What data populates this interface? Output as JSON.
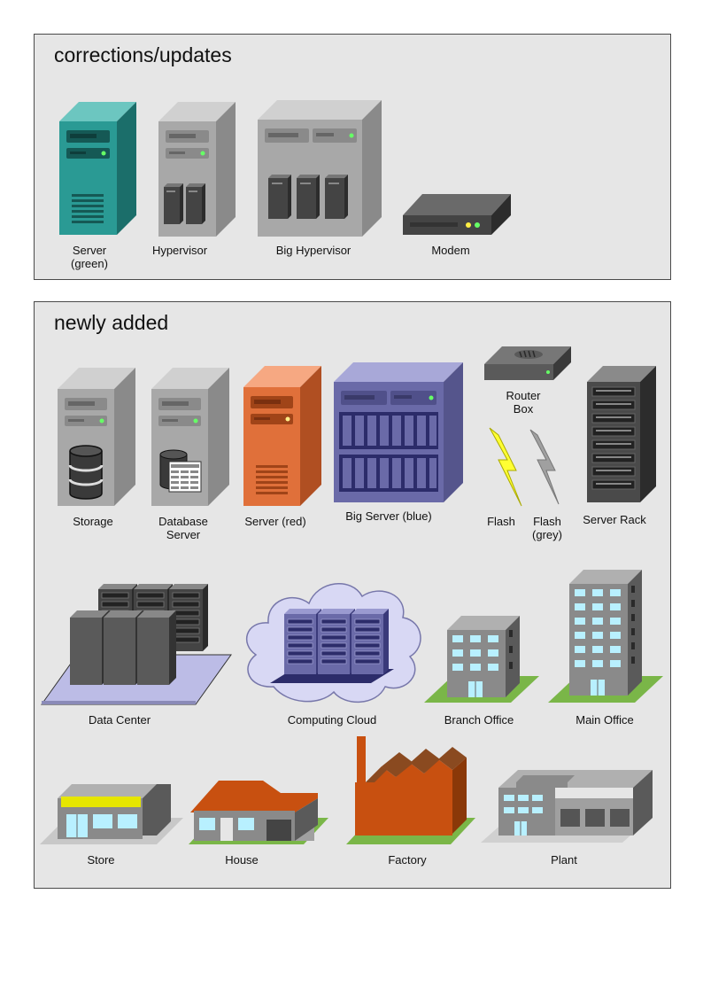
{
  "sections": {
    "corrections": {
      "title": "corrections/updates",
      "items": {
        "server_green": "Server\n(green)",
        "hypervisor": "Hypervisor",
        "big_hypervisor": "Big Hypervisor",
        "modem": "Modem"
      }
    },
    "newly_added": {
      "title": "newly added",
      "items": {
        "storage": "Storage",
        "database_server": "Database\nServer",
        "server_red": "Server (red)",
        "big_server_blue": "Big Server (blue)",
        "router_box": "Router\nBox",
        "flash": "Flash",
        "flash_grey": "Flash\n(grey)",
        "server_rack": "Server Rack",
        "data_center": "Data Center",
        "computing_cloud": "Computing Cloud",
        "branch_office": "Branch Office",
        "main_office": "Main Office",
        "store": "Store",
        "house": "House",
        "factory": "Factory",
        "plant": "Plant"
      }
    }
  },
  "colors": {
    "panel_bg": "#e6e6e6",
    "server_green": "#2a9a94",
    "server_grey": "#a8a8a8",
    "server_red": "#e0703a",
    "server_blue": "#6a6aa8",
    "flash_yellow": "#ffff33",
    "flash_grey": "#a0a0a0",
    "grass": "#7ab648",
    "cloud": "#d8d8f4"
  },
  "icons": [
    "server-icon",
    "hypervisor-icon",
    "big-hypervisor-icon",
    "modem-icon",
    "storage-icon",
    "database-server-icon",
    "server-red-icon",
    "big-server-blue-icon",
    "router-box-icon",
    "flash-icon",
    "flash-grey-icon",
    "server-rack-icon",
    "data-center-icon",
    "computing-cloud-icon",
    "branch-office-icon",
    "main-office-icon",
    "store-icon",
    "house-icon",
    "factory-icon",
    "plant-icon"
  ]
}
